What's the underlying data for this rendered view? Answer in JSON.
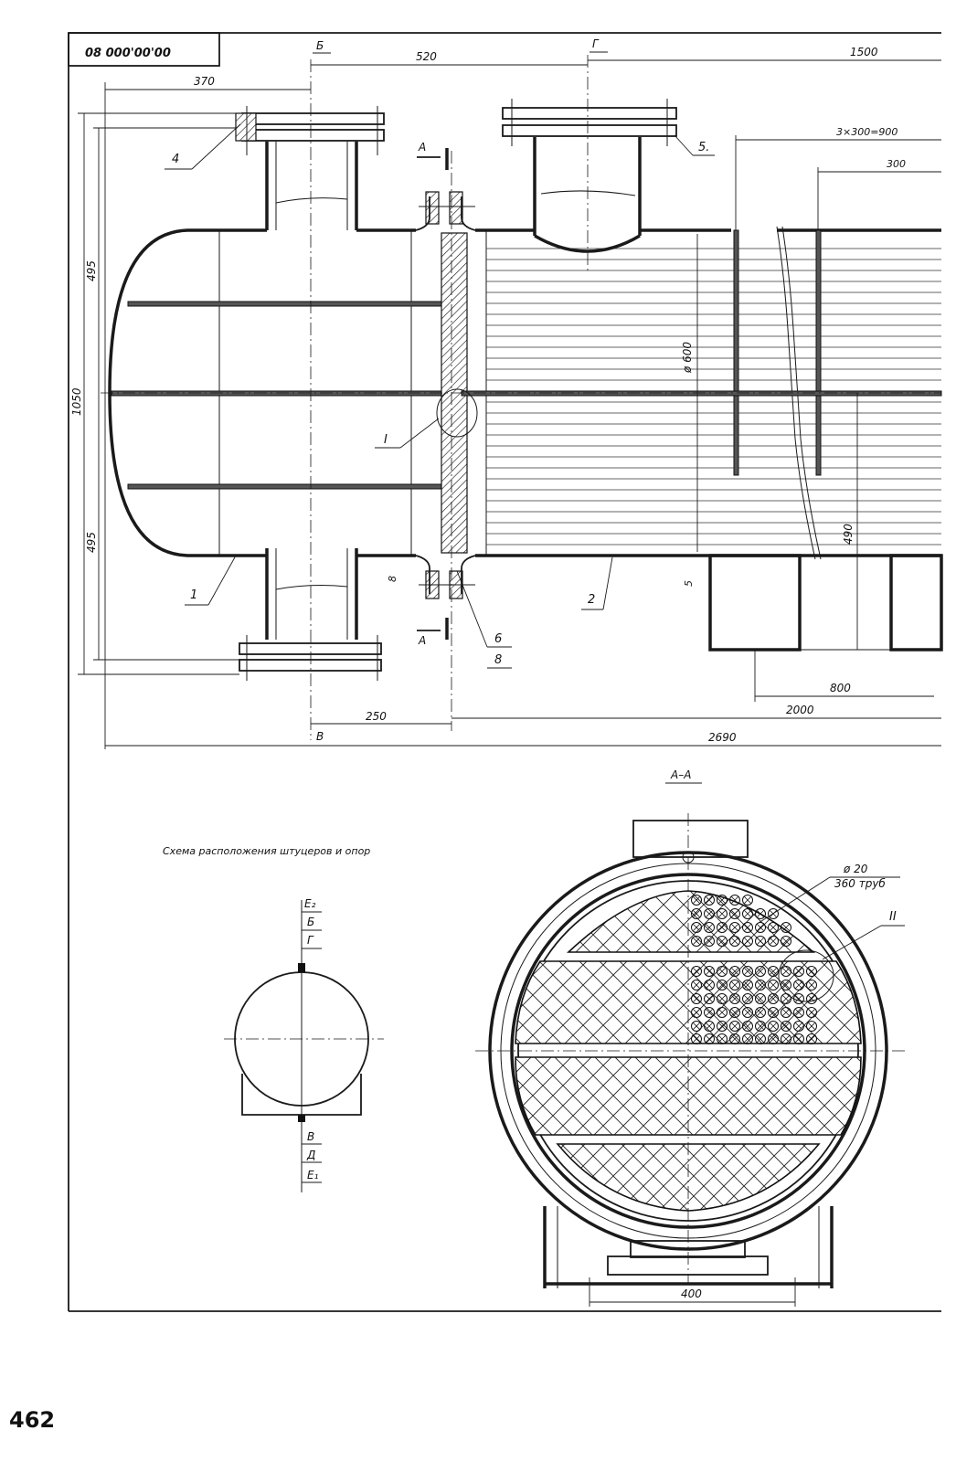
{
  "drawing_number": "08 000'00'00",
  "page_number": "462",
  "section_label": "А–А",
  "schema_title": "Схема расположения штуцеров и опор",
  "section_marks": {
    "A_top": "А",
    "A_bottom": "А"
  },
  "nozzle_labels": {
    "B": "Б",
    "G": "Г",
    "V": "В"
  },
  "dimensions": {
    "d370": "370",
    "d520": "520",
    "d1500": "1500",
    "d3x300": "3×300=900",
    "d300": "300",
    "d495_top": "495",
    "d495_bottom": "495",
    "d1050": "1050",
    "d600": "ø 600",
    "d490": "490",
    "d800": "800",
    "d2000": "2000",
    "d250": "250",
    "d2690": "2690",
    "d8": "8",
    "d5": "5",
    "d400": "400"
  },
  "callouts": {
    "c1": "1",
    "c2": "2",
    "c4": "4",
    "c5": "5.",
    "c6": "6",
    "c8": "8",
    "detail_I": "I",
    "detail_II": "II",
    "tube_dia": "ø 20",
    "tube_count": "360 труб"
  },
  "schema_labels": {
    "top": [
      "E₂",
      "Б",
      "Г"
    ],
    "bottom": [
      "В",
      "Д",
      "E₁"
    ]
  }
}
